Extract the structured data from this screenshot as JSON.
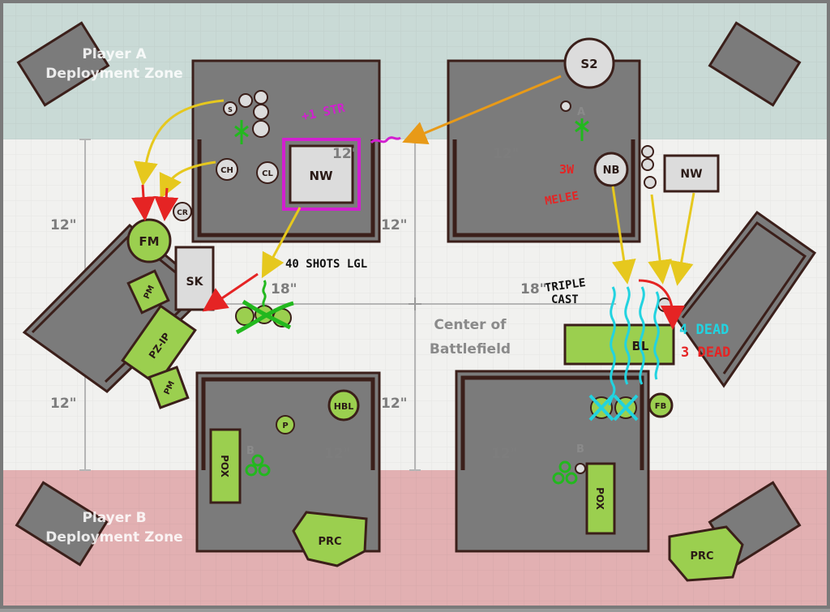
{
  "board": {
    "colors": {
      "zone_a": "#c9dad6",
      "center": "#f1f1ef",
      "zone_b": "#e2b0b2",
      "terrain": "#7b7b7b",
      "outline": "#3b1f1a",
      "unit_green": "#9bcf4f",
      "token_light": "#dcdcdc",
      "annot_pink": "#d21fd0",
      "annot_red": "#e52424",
      "annot_cyan": "#22d3e0",
      "annot_yellow": "#e6c81e",
      "annot_orange": "#e89a18",
      "annot_green": "#22b81e"
    },
    "zone_a": {
      "line1": "Player A",
      "line2": "Deployment Zone"
    },
    "zone_b": {
      "line1": "Player B",
      "line2": "Deployment Zone"
    },
    "center": {
      "line1": "Center of",
      "line2": "Battlefield"
    }
  },
  "measurements": {
    "left_top": "12\"",
    "left_bottom": "12\"",
    "mid_top": "12\"",
    "mid_bottom": "12\"",
    "mid_horiz_left": "18\"",
    "mid_horiz_right": "18\"",
    "ruin_tl": "12\"",
    "ruin_tr": "12\"",
    "ruin_bl": "12\"",
    "ruin_br": "12\""
  },
  "units": {
    "nw_tl": "NW",
    "nw_tr": "NW",
    "s2": "S2",
    "nb": "NB",
    "fm": "FM",
    "sk": "SK",
    "pm_1": "PM",
    "pm_2": "PM",
    "pz_ip": "PZ-IP",
    "bl": "BL",
    "hbl": "HBL",
    "p": "P",
    "pox_1": "POX",
    "pox_2": "POX",
    "prc_1": "PRC",
    "prc_2": "PRC",
    "fb": "FB",
    "ch": "CH",
    "cl": "CL",
    "cr": "CR",
    "s": "S",
    "marker_a": "A",
    "marker_b1": "B",
    "marker_b2": "B"
  },
  "annotations": {
    "plus_str": "+1 STR",
    "shots": "40 SHOTS LGL",
    "three_w": "3W",
    "melee": "MELEE",
    "triple": "TRIPLE",
    "cast": "CAST",
    "four_dead": "4 DEAD",
    "three_dead": "3 DEAD"
  }
}
